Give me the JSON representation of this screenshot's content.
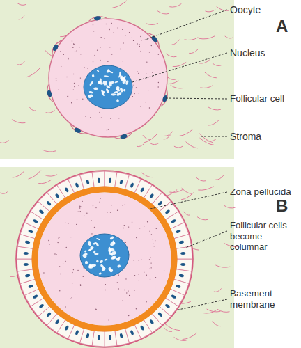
{
  "diagram": {
    "labels": [
      "Oocyte",
      "Nucleus",
      "Follicular cell",
      "Stroma",
      "A",
      "Zona pellucida",
      "Follicular cells become columnar",
      "Basement membrane",
      "B"
    ]
  }
}
